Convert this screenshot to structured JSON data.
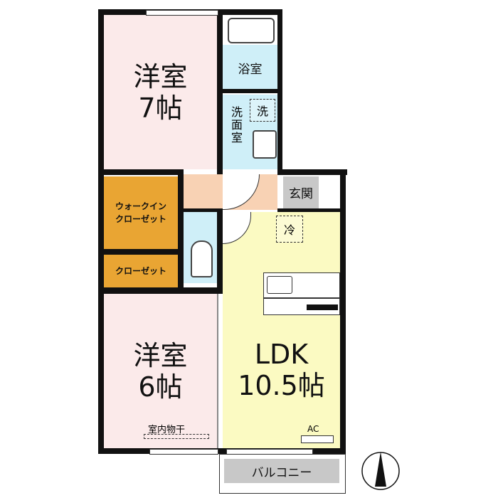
{
  "rooms": {
    "western_7": {
      "name": "洋室",
      "size": "7帖"
    },
    "bath": {
      "name": "浴室"
    },
    "washroom": {
      "name": "洗面室",
      "washer_mark": "洗"
    },
    "entrance": {
      "name": "玄関"
    },
    "walkin_closet": {
      "line1": "ウォークイン",
      "line2": "クローゼット"
    },
    "closet": {
      "name": "クローゼット"
    },
    "fridge_mark": "冷",
    "western_6": {
      "name": "洋室",
      "size": "6帖",
      "drying": "室内物干"
    },
    "ldk": {
      "name": "LDK",
      "size": "10.5帖",
      "ac": "AC"
    },
    "balcony": {
      "name": "バルコニー"
    }
  },
  "colors": {
    "pink": "#fbeaea",
    "blue": "#cfeff8",
    "orange": "#e9a533",
    "yellow": "#fbfac2",
    "peach": "#f8d2b4",
    "gray": "#c8c8c8"
  }
}
